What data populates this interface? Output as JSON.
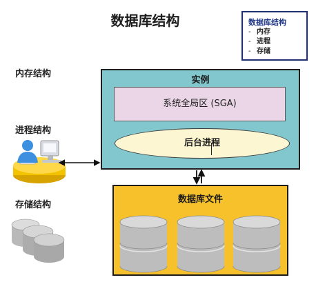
{
  "title": "数据库结构",
  "legend": {
    "title": "数据库结构",
    "items": [
      {
        "dash": "-",
        "label": "内存"
      },
      {
        "dash": "-",
        "label": "进程"
      },
      {
        "dash": "-",
        "label": "存储"
      }
    ]
  },
  "left_labels": {
    "memory": "内存结构",
    "process": "进程结构",
    "storage": "存储结构"
  },
  "instance": {
    "label": "实例",
    "sga": "系统全局区 (SGA)",
    "background_processes": "后台进程"
  },
  "database_files": {
    "label": "数据库文件"
  },
  "colors": {
    "instance_fill": "#82c7ce",
    "sga_fill": "#ead6e6",
    "bg_process_fill": "#fdf6d2",
    "dbfiles_fill": "#f6c12a",
    "disk_fill": "#c9c9c9",
    "legend_title": "#243a8a"
  },
  "icons": [
    "user-at-computer-icon",
    "database-disk-icon",
    "storage-disk-icon"
  ]
}
